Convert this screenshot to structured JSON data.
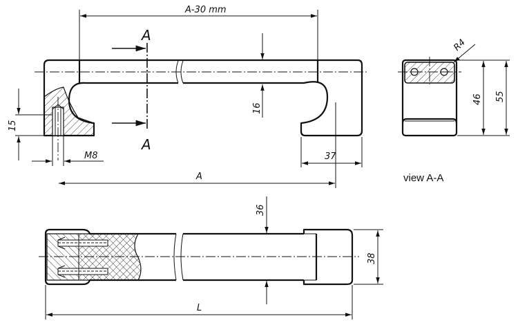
{
  "drawing": {
    "dims": {
      "a_minus_30": "A-30 mm",
      "a": "A",
      "l": "L",
      "d16": "16",
      "d15": "15",
      "d37": "37",
      "d36": "36",
      "d38": "38",
      "d46": "46",
      "d55": "55",
      "r4": "R4",
      "m8": "M8"
    },
    "section_marks": {
      "top": "A",
      "bottom": "A"
    },
    "caption": "view A-A"
  }
}
